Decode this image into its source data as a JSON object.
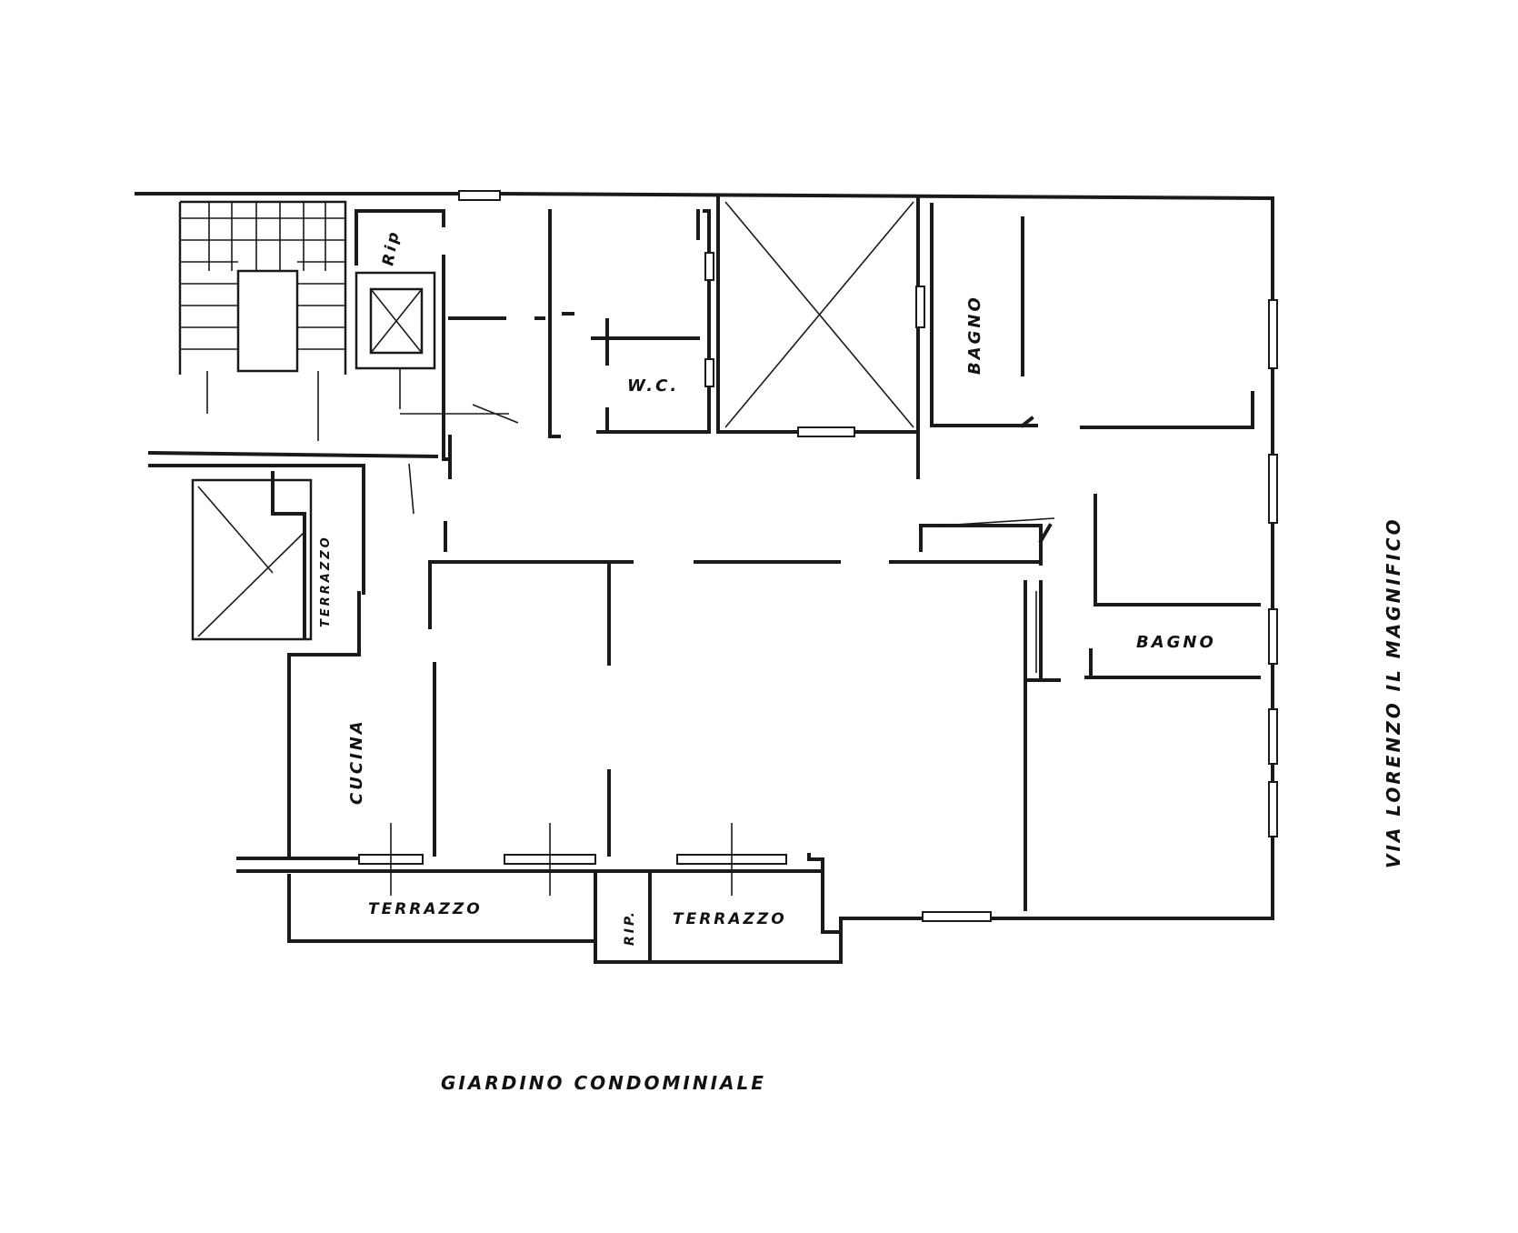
{
  "labels": {
    "ripostiglio_top": "Rip",
    "wc": "W.C.",
    "bagno_top": "BAGNO",
    "terrazzo_side": "TERRAZZO",
    "bagno_right": "BAGNO",
    "cucina": "CUCINA",
    "terrazzo_left": "TERRAZZO",
    "rip_bottom": "RIP.",
    "terrazzo_right": "TERRAZZO",
    "street": "VIA LORENZO IL MAGNIFICO",
    "garden": "GIARDINO CONDOMINIALE"
  }
}
